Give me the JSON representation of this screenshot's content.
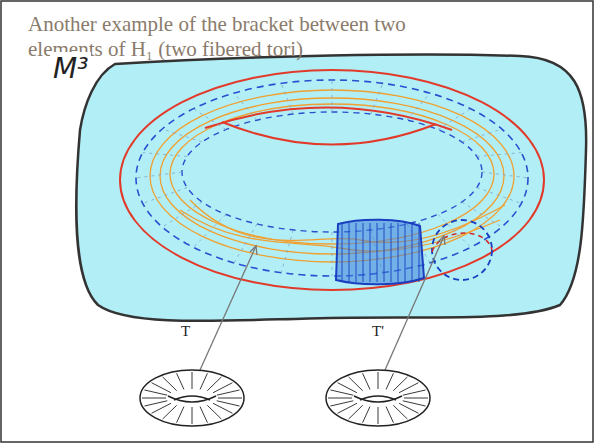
{
  "diagram": {
    "title": "Another example of the bracket between two elements of H₁ (two fibered tori)",
    "labels": [
      "M³",
      "T",
      "T'"
    ]
  }
}
